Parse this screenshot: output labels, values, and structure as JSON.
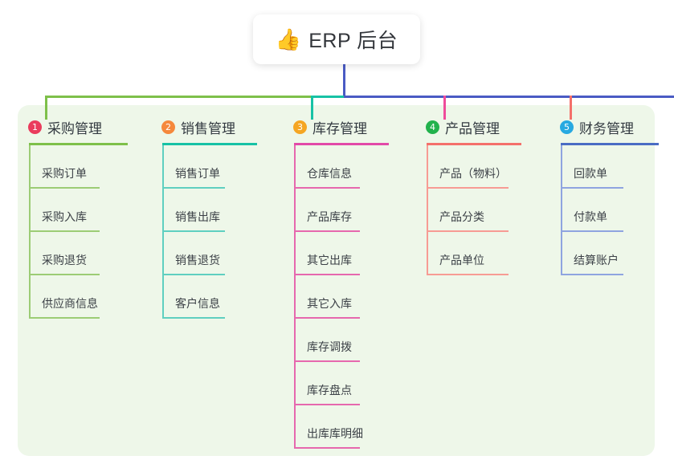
{
  "title": {
    "icon": "thumbs-up-icon",
    "icon_glyph": "👍",
    "text": "ERP 后台"
  },
  "colors": {
    "panel_bg": "#eef7e9",
    "trunk": "#4a5bc4",
    "page_bg": "#ffffff"
  },
  "columns": [
    {
      "number": "1",
      "title": "采购管理",
      "badge_color": "#ea3c5d",
      "rule_color": "#7ec04a",
      "line_color": "#9ccc75",
      "items": [
        {
          "label": "采购订单"
        },
        {
          "label": "采购入库"
        },
        {
          "label": "采购退货"
        },
        {
          "label": "供应商信息"
        }
      ]
    },
    {
      "number": "2",
      "title": "销售管理",
      "badge_color": "#f5883c",
      "rule_color": "#17c2a5",
      "line_color": "#5fcfc0",
      "items": [
        {
          "label": "销售订单"
        },
        {
          "label": "销售出库"
        },
        {
          "label": "销售退货"
        },
        {
          "label": "客户信息"
        }
      ]
    },
    {
      "number": "3",
      "title": "库存管理",
      "badge_color": "#f5a623",
      "rule_color": "#e24aa8",
      "line_color": "#e668ae",
      "items": [
        {
          "label": "仓库信息"
        },
        {
          "label": "产品库存"
        },
        {
          "label": "其它出库"
        },
        {
          "label": "其它入库"
        },
        {
          "label": "库存调拨"
        },
        {
          "label": "库存盘点"
        },
        {
          "label": "出库库明细"
        }
      ]
    },
    {
      "number": "4",
      "title": "产品管理",
      "badge_color": "#22b24c",
      "rule_color": "#f4706b",
      "line_color": "#f79b94",
      "items": [
        {
          "label": "产品（物料）"
        },
        {
          "label": "产品分类"
        },
        {
          "label": "产品单位"
        }
      ]
    },
    {
      "number": "5",
      "title": "财务管理",
      "badge_color": "#27a9e1",
      "rule_color": "#4a6cc4",
      "line_color": "#8fa4e0",
      "items": [
        {
          "label": "回款单"
        },
        {
          "label": "付款单"
        },
        {
          "label": "结算账户"
        }
      ]
    }
  ]
}
